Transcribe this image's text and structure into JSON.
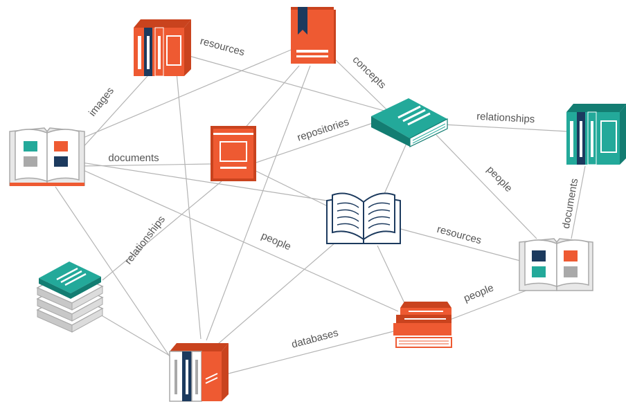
{
  "colors": {
    "orange": "#ee5a32",
    "orange_dark": "#c9431e",
    "navy": "#1c3a5e",
    "teal": "#23a99a",
    "teal_dark": "#137d72",
    "grey": "#a9a9a9",
    "edge": "#b4b4b4",
    "label": "#555555"
  },
  "nodes": [
    {
      "id": "books_top",
      "icon": "books-orange-icon"
    },
    {
      "id": "book_bookmark",
      "icon": "book-bookmark-icon"
    },
    {
      "id": "open_book_left",
      "icon": "open-book-color-icon"
    },
    {
      "id": "book_center",
      "icon": "book-orange-icon"
    },
    {
      "id": "book_flat_teal",
      "icon": "book-flat-teal-icon"
    },
    {
      "id": "books_teal",
      "icon": "books-teal-icon"
    },
    {
      "id": "open_book_center",
      "icon": "open-book-navy-icon"
    },
    {
      "id": "paper_stack",
      "icon": "paper-stack-icon"
    },
    {
      "id": "open_book_right",
      "icon": "open-book-color-icon"
    },
    {
      "id": "book_flat_orange",
      "icon": "book-flat-orange-icon"
    },
    {
      "id": "books_bottom",
      "icon": "books-navy-orange-icon"
    }
  ],
  "edge_labels": {
    "images": "images",
    "resources_top": "resources",
    "concepts": "concepts",
    "relationships_top": "relationships",
    "documents_left": "documents",
    "repositories": "repositories",
    "people_right": "people",
    "documents_right": "documents",
    "relationships_left": "relationships",
    "people_center": "people",
    "resources_center": "resources",
    "people_bottom": "people",
    "databases": "databases"
  }
}
